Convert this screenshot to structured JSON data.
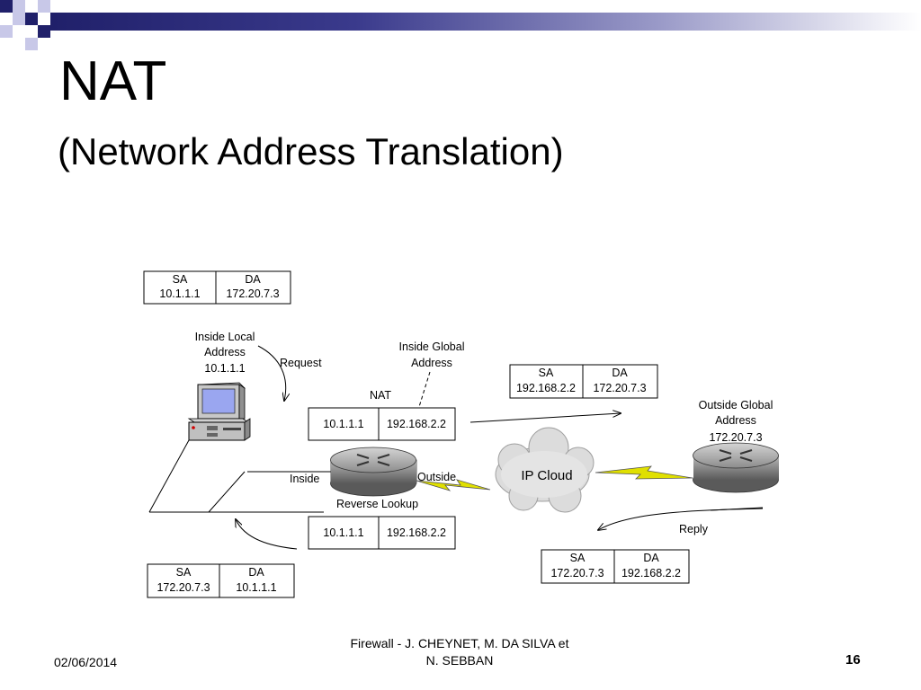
{
  "slide": {
    "title": "NAT",
    "subtitle": "(Network Address Translation)"
  },
  "colors": {
    "accent_dark": "#20206a",
    "accent_light": "#9a9ac8",
    "lightning": "#e0e000",
    "router": "#8a8a8a",
    "cloud": "#d8d8d8"
  },
  "diagram": {
    "packet_tables": {
      "inside_request": {
        "headers": [
          "SA",
          "DA"
        ],
        "values": [
          "10.1.1.1",
          "172.20.7.3"
        ]
      },
      "outside_request": {
        "headers": [
          "SA",
          "DA"
        ],
        "values": [
          "192.168.2.2",
          "172.20.7.3"
        ]
      },
      "outside_reply": {
        "headers": [
          "SA",
          "DA"
        ],
        "values": [
          "172.20.7.3",
          "192.168.2.2"
        ]
      },
      "inside_reply": {
        "headers": [
          "SA",
          "DA"
        ],
        "values": [
          "172.20.7.3",
          "10.1.1.1"
        ]
      }
    },
    "nat_table_top": {
      "values": [
        "10.1.1.1",
        "192.168.2.2"
      ]
    },
    "nat_table_bottom": {
      "values": [
        "10.1.1.1",
        "192.168.2.2"
      ]
    },
    "labels": {
      "inside_local": [
        "Inside Local",
        "Address",
        "10.1.1.1"
      ],
      "inside_global": [
        "Inside Global",
        "Address"
      ],
      "outside_global": [
        "Outside Global",
        "Address",
        "172.20.7.3"
      ],
      "request": "Request",
      "reply": "Reply",
      "nat": "NAT",
      "inside": "Inside",
      "outside": "Outside",
      "reverse_lookup": "Reverse Lookup",
      "ip_cloud": "IP Cloud"
    },
    "icons": [
      "computer-icon",
      "router-icon",
      "cloud-icon",
      "lightning-icon",
      "arrow-icon"
    ]
  },
  "footer": {
    "date": "02/06/2014",
    "credit_line1": "Firewall - J. CHEYNET, M. DA SILVA et",
    "credit_line2": "N. SEBBAN",
    "page": "16"
  }
}
